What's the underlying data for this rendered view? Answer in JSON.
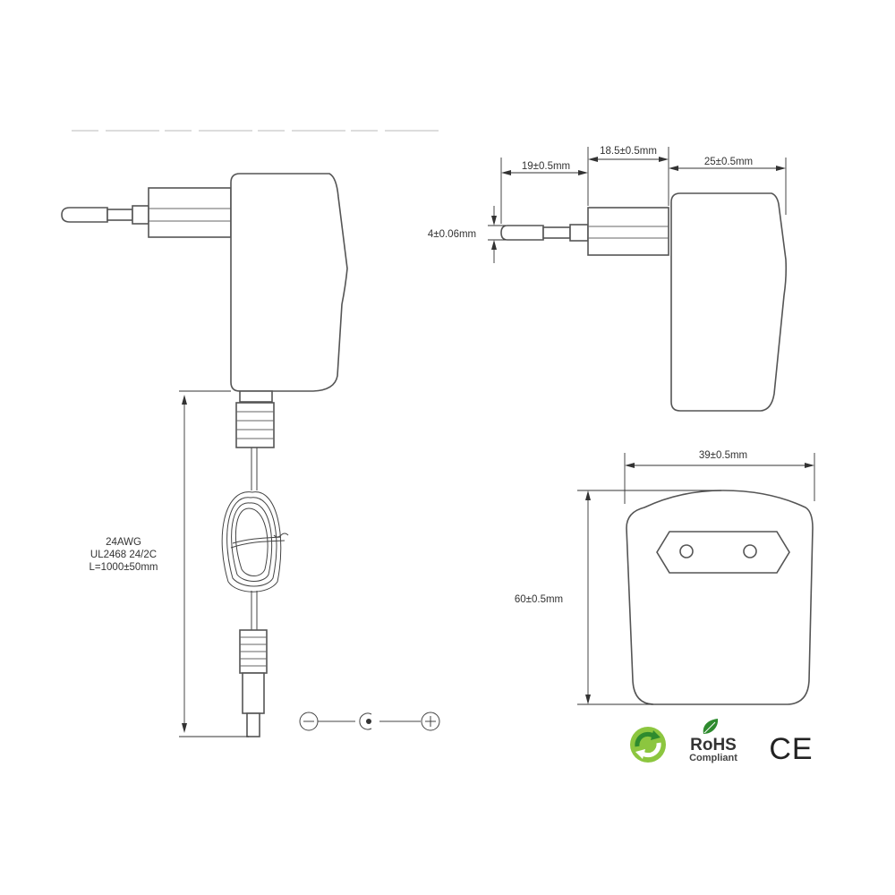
{
  "dimensions": {
    "pin_length": "19±0.5mm",
    "plug_base_width": "18.5±0.5mm",
    "body_depth": "25±0.5mm",
    "pin_diameter": "4±0.06mm",
    "body_width": "39±0.5mm",
    "body_height": "60±0.5mm"
  },
  "cable_spec": {
    "gauge": "24AWG",
    "standard": "UL2468 24/2C",
    "length": "L=1000±50mm"
  },
  "polarity_symbols": {
    "negative": "−",
    "positive": "+"
  },
  "certifications": {
    "rohs_title": "RoHS",
    "rohs_subtitle": "Compliant",
    "ce_mark": "CE",
    "recycle_logo": "green-dot-icon",
    "leaf_logo": "leaf-icon"
  },
  "colors": {
    "line": "#444444",
    "green_light": "#8cc63f",
    "green_dark": "#2e8b2e",
    "text": "#333333"
  }
}
